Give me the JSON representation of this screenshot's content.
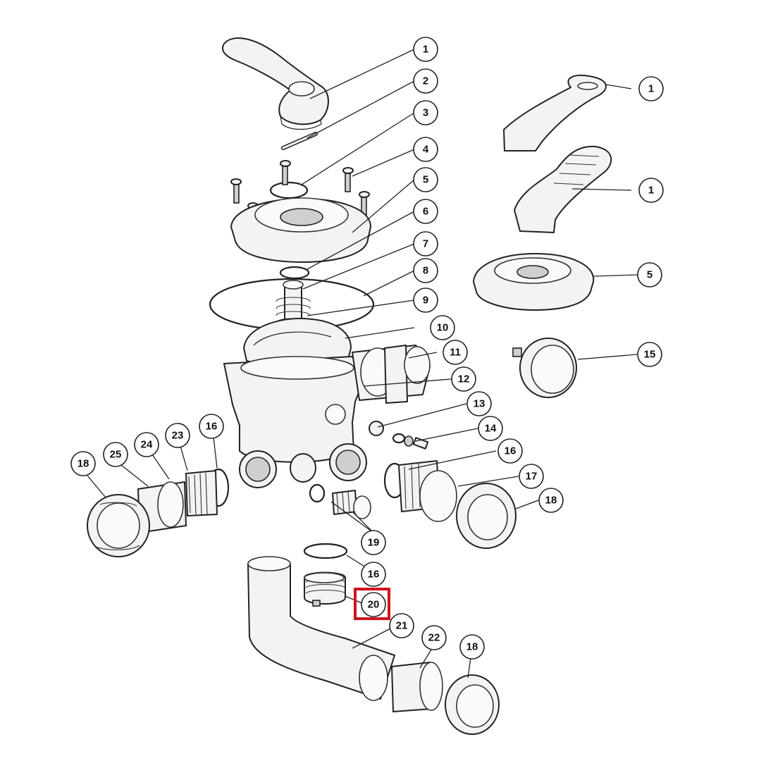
{
  "figure": {
    "highlight_color": "#d0121b",
    "highlighted_part": "20"
  },
  "callouts": [
    {
      "key": "c1a",
      "label": "1"
    },
    {
      "key": "c2",
      "label": "2"
    },
    {
      "key": "c3",
      "label": "3"
    },
    {
      "key": "c4",
      "label": "4"
    },
    {
      "key": "c5a",
      "label": "5"
    },
    {
      "key": "c6",
      "label": "6"
    },
    {
      "key": "c7",
      "label": "7"
    },
    {
      "key": "c8",
      "label": "8"
    },
    {
      "key": "c9",
      "label": "9"
    },
    {
      "key": "c10",
      "label": "10"
    },
    {
      "key": "c11",
      "label": "11"
    },
    {
      "key": "c12",
      "label": "12"
    },
    {
      "key": "c13",
      "label": "13"
    },
    {
      "key": "c14",
      "label": "14"
    },
    {
      "key": "c1b",
      "label": "1"
    },
    {
      "key": "c1c",
      "label": "1"
    },
    {
      "key": "c5b",
      "label": "5"
    },
    {
      "key": "c15",
      "label": "15"
    },
    {
      "key": "c16a",
      "label": "16"
    },
    {
      "key": "c17",
      "label": "17"
    },
    {
      "key": "c18a",
      "label": "18"
    },
    {
      "key": "c18b",
      "label": "18"
    },
    {
      "key": "c25",
      "label": "25"
    },
    {
      "key": "c24",
      "label": "24"
    },
    {
      "key": "c23",
      "label": "23"
    },
    {
      "key": "c16b",
      "label": "16"
    },
    {
      "key": "c19",
      "label": "19"
    },
    {
      "key": "c16c",
      "label": "16"
    },
    {
      "key": "c20",
      "label": "20"
    },
    {
      "key": "c21",
      "label": "21"
    },
    {
      "key": "c22",
      "label": "22"
    },
    {
      "key": "c18c",
      "label": "18"
    }
  ]
}
